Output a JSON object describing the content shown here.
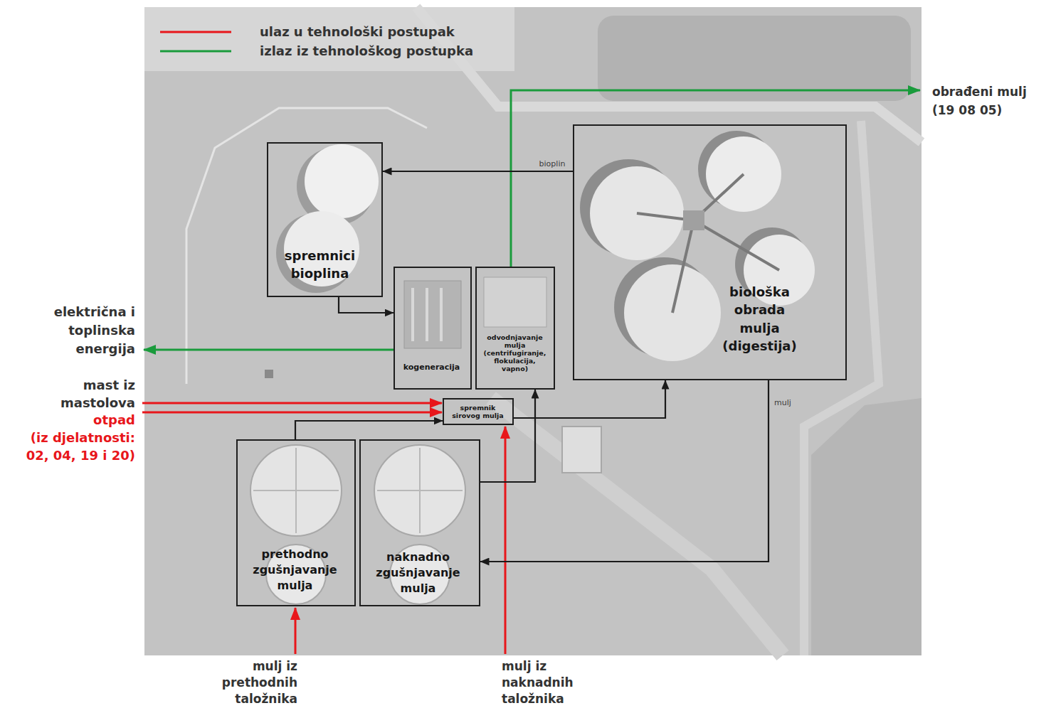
{
  "diagram": {
    "nodes": [
      {
        "text": [
          "spremnici bioplina"
        ]
      },
      {
        "text": [
          "biološka obrada mulja (digestija)"
        ]
      },
      {
        "text": [
          "kogeneracija"
        ]
      },
      {
        "text": [
          "odvodnjavanje mulja (centrifugiranje, flokulacija, vapno)"
        ]
      },
      {
        "text": [
          "spremnik sirovog mulja"
        ]
      },
      {
        "text": [
          "prethodno zgušnjavanje mulja"
        ]
      },
      {
        "text": [
          "naknadno zgušnjavanje mulja"
        ]
      }
    ],
    "edges": [
      {
        "from": 1,
        "to": 0,
        "arrow": "to",
        "label": "bioplin"
      },
      {
        "from": 0,
        "to": 2,
        "arrow": "to"
      },
      {
        "from": 5,
        "to": 4,
        "arrow": "to"
      },
      {
        "from": 6,
        "to": 3,
        "arrow": "to"
      },
      {
        "from": 4,
        "to": 1,
        "arrow": "to"
      },
      {
        "from": 1,
        "to": 6,
        "arrow": "to",
        "label": "mulj"
      }
    ],
    "labels": [
      "obrađeni mulj (19 08 05)",
      "električna i toplinska energija",
      "mast iz mastolova",
      "otpad",
      "(iz djelatnosti: 02, 04, 19 i 20)",
      "mulj iz prethodnih taložnika",
      "mulj iz naknadnih taložnika"
    ],
    "legend": [
      {
        "text": "ulaz u tehnološki postupak"
      },
      {
        "text": "izlaz iz tehnološkog postupka"
      }
    ]
  }
}
